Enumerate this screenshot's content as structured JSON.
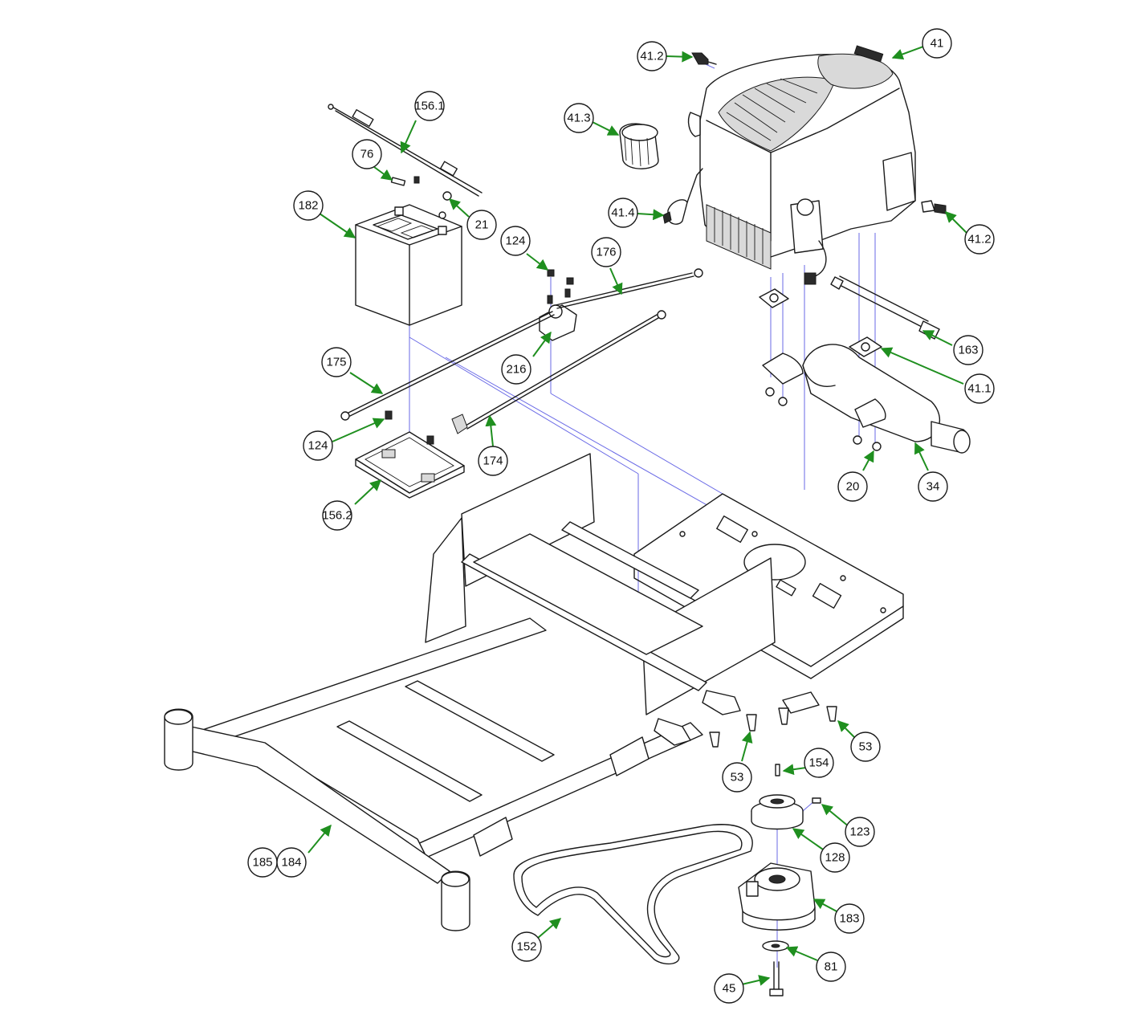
{
  "diagram": {
    "type": "exploded-parts-diagram",
    "leader_color": "#1f8f1f",
    "guide_color": "#6a6ae6",
    "callouts": [
      {
        "id": "c-41",
        "label": "41"
      },
      {
        "id": "c-41-2-top",
        "label": "41.2"
      },
      {
        "id": "c-41-2-right",
        "label": "41.2"
      },
      {
        "id": "c-41-3",
        "label": "41.3"
      },
      {
        "id": "c-41-4",
        "label": "41.4"
      },
      {
        "id": "c-156-1",
        "label": "156.1"
      },
      {
        "id": "c-76",
        "label": "76"
      },
      {
        "id": "c-182",
        "label": "182"
      },
      {
        "id": "c-21",
        "label": "21"
      },
      {
        "id": "c-124-top",
        "label": "124"
      },
      {
        "id": "c-176",
        "label": "176"
      },
      {
        "id": "c-216",
        "label": "216"
      },
      {
        "id": "c-175",
        "label": "175"
      },
      {
        "id": "c-163",
        "label": "163"
      },
      {
        "id": "c-41-1",
        "label": "41.1"
      },
      {
        "id": "c-124-bottom",
        "label": "124"
      },
      {
        "id": "c-174",
        "label": "174"
      },
      {
        "id": "c-156-2",
        "label": "156.2"
      },
      {
        "id": "c-20",
        "label": "20"
      },
      {
        "id": "c-34",
        "label": "34"
      },
      {
        "id": "c-53-right",
        "label": "53"
      },
      {
        "id": "c-53-left",
        "label": "53"
      },
      {
        "id": "c-154",
        "label": "154"
      },
      {
        "id": "c-123",
        "label": "123"
      },
      {
        "id": "c-128",
        "label": "128"
      },
      {
        "id": "c-185",
        "label": "185"
      },
      {
        "id": "c-184",
        "label": "184"
      },
      {
        "id": "c-183",
        "label": "183"
      },
      {
        "id": "c-152",
        "label": "152"
      },
      {
        "id": "c-81",
        "label": "81"
      },
      {
        "id": "c-45",
        "label": "45"
      }
    ]
  }
}
